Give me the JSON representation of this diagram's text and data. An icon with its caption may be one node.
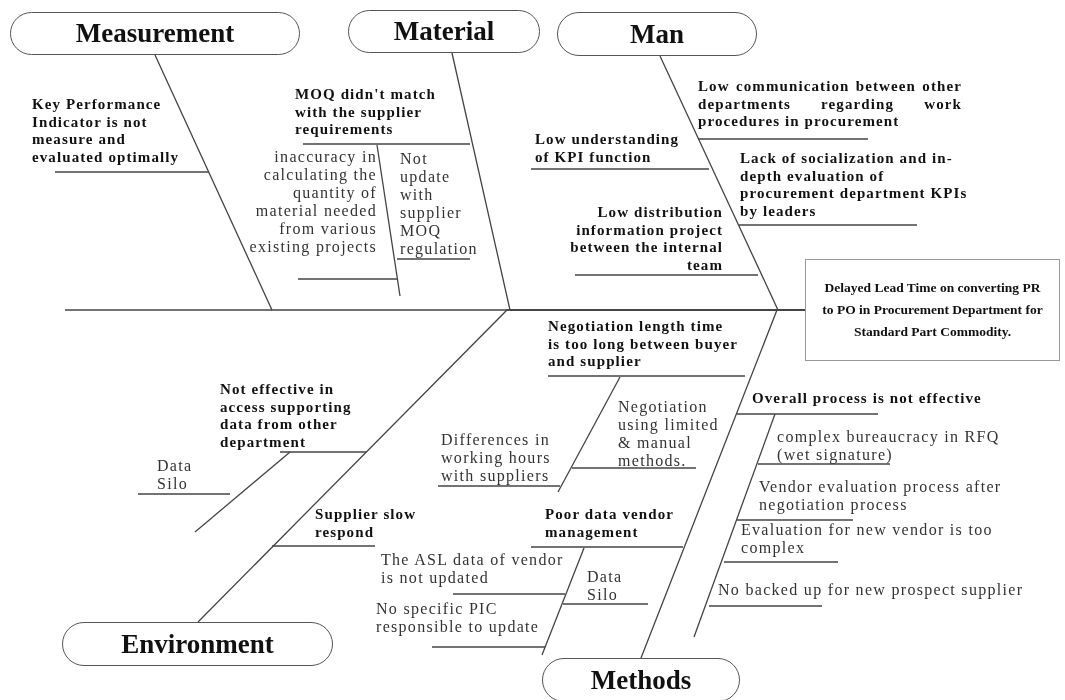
{
  "diagram": {
    "nodes": [
      {
        "text": [
          "Measurement"
        ]
      },
      {
        "text": [
          "Material"
        ]
      },
      {
        "text": [
          "Man"
        ]
      },
      {
        "text": [
          "Delayed Lead Time on converting PR to PO in Procurement Department for Standard Part Commodity."
        ]
      },
      {
        "text": [
          "Environment"
        ]
      },
      {
        "text": [
          "Methods"
        ]
      }
    ],
    "edges": [
      {
        "from": 0,
        "to": 3,
        "arrow": "none"
      },
      {
        "from": 1,
        "to": 3,
        "arrow": "none"
      },
      {
        "from": 2,
        "to": 3,
        "arrow": "none"
      },
      {
        "from": 4,
        "to": 3,
        "arrow": "none"
      },
      {
        "from": 5,
        "to": 3,
        "arrow": "none"
      }
    ],
    "labels": [
      "Key Performance Indicator is not measure and evaluated optimally",
      "MOQ didn't match with the supplier requirements",
      "inaccuracy in calculating the quantity of material needed from various existing projects",
      "Not update with supplier MOQ regulation",
      "Low communication between other departments regarding work procedures in procurement",
      "Low understanding of KPI function",
      "Lack of socialization and in-depth evaluation of procurement department KPIs by leaders",
      "Low distribution information project between the internal team",
      "Not effective in access supporting data from other department",
      "Data Silo",
      "Supplier slow respond",
      "Negotiation length time is too long between buyer and supplier",
      "Negotiation using limited & manual methods.",
      "Differences in working hours with suppliers",
      "Overall process is not effective",
      "complex bureaucracy in RFQ (wet signature)",
      "Vendor evaluation process after negotiation process",
      "Evaluation for new vendor is too complex",
      "No backed up for new prospect supplier",
      "Poor data vendor management",
      "The ASL data of vendor is not updated",
      "Data Silo",
      "No specific PIC responsible to update"
    ]
  }
}
